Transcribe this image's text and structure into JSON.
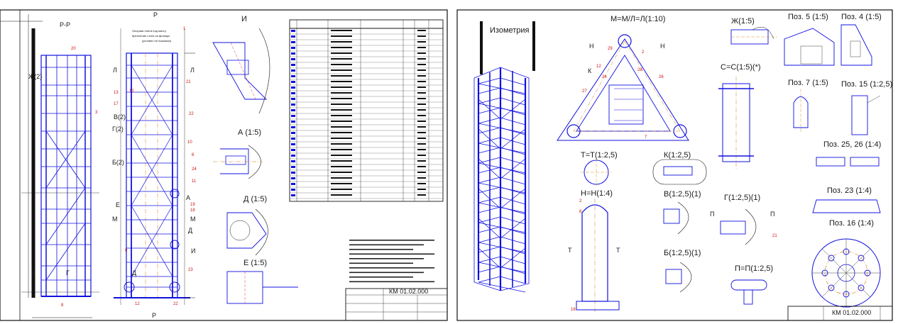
{
  "sheets": [
    {
      "id": "sheet-1",
      "code": "КМ 01.02.000"
    },
    {
      "id": "sheet-2",
      "code": "КМ 01.02.000"
    }
  ],
  "sheet1": {
    "section_pp": "Р-Р",
    "views": [
      "И",
      "А (1:5)",
      "Д (1:5)",
      "Е (1:5)"
    ],
    "markers": [
      "Ж(2)",
      "В(2)",
      "Г(2)",
      "Б(2)",
      "Л",
      "Л",
      "Е",
      "М",
      "Д",
      "Д",
      "А",
      "И",
      "М",
      "Р",
      "Р",
      "Б",
      "Г"
    ],
    "red_numbers": [
      "20",
      "3",
      "8",
      "12",
      "22",
      "1",
      "9",
      "17",
      "22",
      "6",
      "11",
      "18",
      "19",
      "21",
      "23",
      "24",
      "10",
      "12",
      "13"
    ]
  },
  "sheet2": {
    "isometry": "Изометрия",
    "views": {
      "main": "М=М/Л=Л(1:10)",
      "zh": "Ж(1:5)",
      "pos5": "Поз. 5 (1:5)",
      "pos4": "Поз. 4 (1:5)",
      "ss": "С=С(1:5)(*)",
      "pos7": "Поз. 7 (1:5)",
      "pos15": "Поз. 15 (1:2,5)",
      "tt": "Т=Т(1:2,5)",
      "k": "К(1:2,5)",
      "pos2526": "Поз. 25, 26 (1:4)",
      "nn": "Н=Н(1:4)",
      "pos23": "Поз. 23 (1:4)",
      "v": "В(1:2,5)(1)",
      "g": "Г(1:2,5)(1)",
      "pos16": "Поз. 16 (1:4)",
      "b": "Б(1:2,5)(1)",
      "pp": "П=П(1:2,5)"
    },
    "markers": [
      "Н",
      "Н",
      "К",
      "Т",
      "Т",
      "П",
      "П"
    ],
    "red_numbers": [
      "29",
      "2",
      "12",
      "26",
      "27",
      "24",
      "28",
      "7",
      "2",
      "8",
      "16",
      "21"
    ]
  },
  "colors": {
    "structure": "#1010e0",
    "dimension": "#111111",
    "annotation": "#cc1111",
    "centerline": "#d67a10",
    "background": "#ffffff"
  }
}
